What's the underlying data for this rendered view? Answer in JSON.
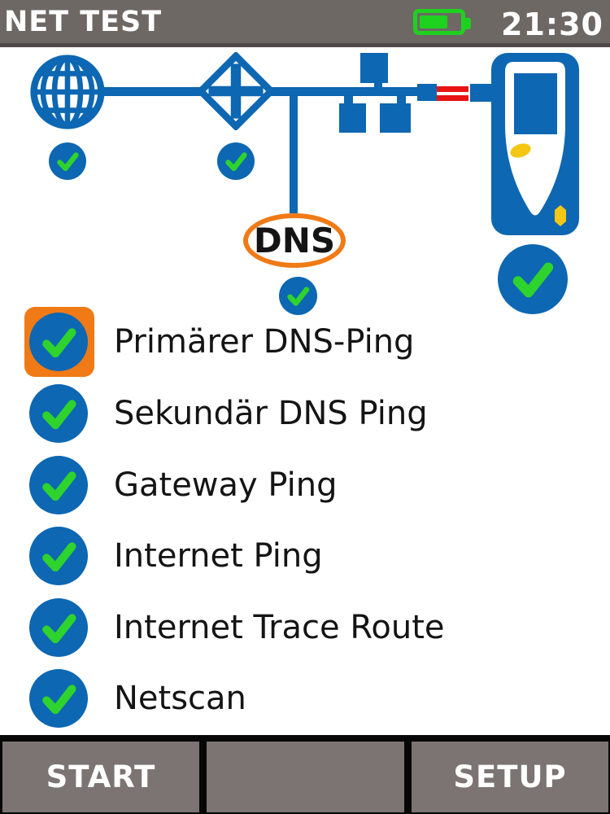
{
  "header": {
    "title": "NET TEST",
    "time": "21:30",
    "battery": {
      "icon": "battery-icon",
      "level": "high",
      "color": "#1fd11f"
    }
  },
  "diagram": {
    "dns_label": "DNS",
    "nodes": [
      {
        "name": "internet-globe-icon",
        "status": "pass"
      },
      {
        "name": "router-icon",
        "status": "pass"
      },
      {
        "name": "switch-icon",
        "status": "none"
      },
      {
        "name": "dns-bubble",
        "status": "pass"
      },
      {
        "name": "tester-device-icon",
        "status": "pass"
      }
    ],
    "cable_color": "#e81414",
    "line_color": "#0d67b2"
  },
  "tests": [
    {
      "label": "Primärer DNS-Ping",
      "checked": true,
      "selected": true
    },
    {
      "label": "Sekundär DNS Ping",
      "checked": true,
      "selected": false
    },
    {
      "label": "Gateway Ping",
      "checked": true,
      "selected": false
    },
    {
      "label": "Internet Ping",
      "checked": true,
      "selected": false
    },
    {
      "label": "Internet Trace Route",
      "checked": true,
      "selected": false
    },
    {
      "label": "Netscan",
      "checked": true,
      "selected": false
    }
  ],
  "footer": {
    "buttons": [
      {
        "label": "START"
      },
      {
        "label": ""
      },
      {
        "label": "SETUP"
      }
    ]
  },
  "colors": {
    "accent_blue": "#0d67b2",
    "check_green": "#2ed32e",
    "select_orange": "#f07a16",
    "cable_red": "#e81414",
    "device_yellow": "#f3c713",
    "topbar_gray": "#6e6865",
    "softkey_gray": "#7b7473"
  }
}
